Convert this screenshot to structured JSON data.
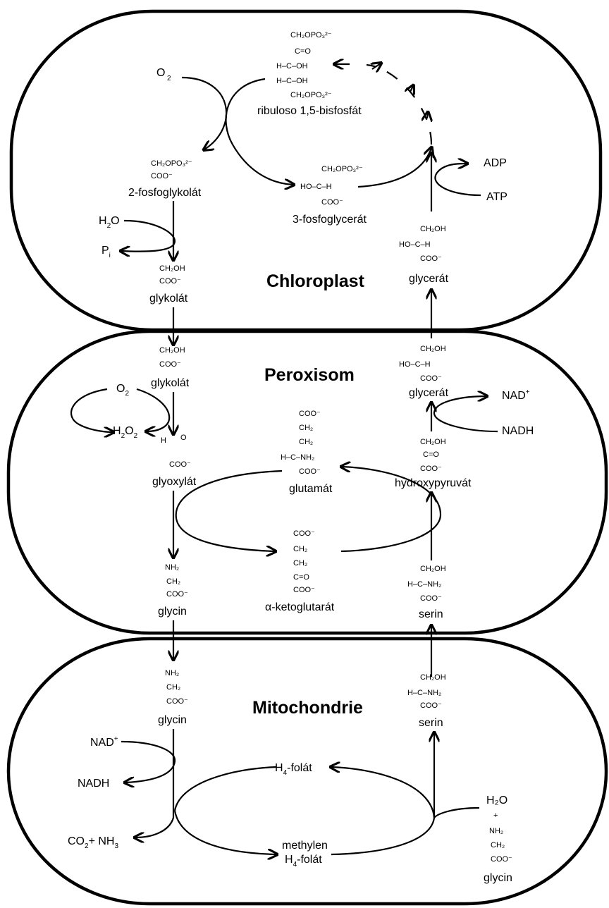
{
  "compartments": {
    "chloroplast": "Chloroplast",
    "peroxisome": "Peroxisom",
    "mitochondrion": "Mitochondrie"
  },
  "compounds": {
    "rubp": {
      "name": "ribuloso 1,5-bisfosfát",
      "structure": [
        "CH₂OPO₃²⁻",
        "C=O",
        "H–C–OH",
        "H–C–OH",
        "CH₂OPO₃²⁻"
      ]
    },
    "phosphoglycolate": {
      "name": "2-fosfoglykolát",
      "structure": [
        "CH₂OPO₃²⁻",
        "COO⁻"
      ]
    },
    "phosphoglycerate": {
      "name": "3-fosfoglycerát",
      "structure": [
        "CH₂OPO₃²⁻",
        "HO–C–H",
        "COO⁻"
      ]
    },
    "glycolate_chloroplast": {
      "name": "glykolát",
      "structure": [
        "CH₂OH",
        "COO⁻"
      ]
    },
    "glycerate_chloroplast": {
      "name": "glycerát",
      "structure": [
        "CH₂OH",
        "HO–C–H",
        "COO⁻"
      ]
    },
    "glycolate_peroxisome": {
      "name": "glykolát",
      "structure": [
        "CH₂OH",
        "COO⁻"
      ]
    },
    "glyoxylate": {
      "name": "glyoxylát",
      "structure": [
        "H",
        "O",
        "COO⁻"
      ]
    },
    "glycine_peroxisome": {
      "name": "glycin",
      "structure": [
        "NH₂",
        "CH₂",
        "COO⁻"
      ]
    },
    "glutamate": {
      "name": "glutamát",
      "structure": [
        "COO⁻",
        "CH₂",
        "CH₂",
        "H–C–NH₂",
        "COO⁻"
      ]
    },
    "ketoglutarate": {
      "name": "α-ketoglutarát",
      "structure": [
        "COO⁻",
        "CH₂",
        "CH₂",
        "C=O",
        "COO⁻"
      ]
    },
    "glycerate_peroxisome": {
      "name": "glycerát",
      "structure": [
        "CH₂OH",
        "HO–C–H",
        "COO⁻"
      ]
    },
    "hydroxypyruvate": {
      "name": "hydroxypyruvát",
      "structure": [
        "CH₂OH",
        "C=O",
        "COO⁻"
      ]
    },
    "serine_peroxisome": {
      "name": "serin",
      "structure": [
        "CH₂OH",
        "H–C–NH₂",
        "COO⁻"
      ]
    },
    "glycine_mito": {
      "name": "glycin",
      "structure": [
        "NH₂",
        "CH₂",
        "COO⁻"
      ]
    },
    "serine_mito": {
      "name": "serin",
      "structure": [
        "CH₂OH",
        "H–C–NH₂",
        "COO⁻"
      ]
    },
    "glycine_input": {
      "name": "glycin",
      "structure": [
        "H₂O",
        "+",
        "NH₂",
        "CH₂",
        "COO⁻"
      ]
    }
  },
  "cofactors": {
    "o2_chloroplast": "O",
    "o2_chloroplast_sub": "2",
    "h2o_chloroplast": "H",
    "h2o_chloroplast_sub": "2",
    "h2o_chloroplast_o": "O",
    "pi": "P",
    "pi_sub": "i",
    "adp": "ADP",
    "atp": "ATP",
    "o2_perox": "O",
    "o2_perox_sub": "2",
    "h2o2": "H",
    "h2o2_sub1": "2",
    "h2o2_o": "O",
    "h2o2_sub2": "2",
    "nad_perox": "NAD",
    "nad_perox_sup": "+",
    "nadh_perox": "NADH",
    "nad_mito": "NAD",
    "nad_mito_sup": "+",
    "nadh_mito": "NADH",
    "co2_nh3": "CO",
    "co2_sub": "2",
    "co2_plus_nh": "+ NH",
    "nh3_sub": "3",
    "h4folate": "H",
    "h4folate_sub": "4",
    "h4folate_rest": "-folát",
    "methylene": "methylen",
    "methylene_h": "H",
    "methylene_sub": "4",
    "methylene_rest": "-folát"
  },
  "colors": {
    "stroke": "#000000",
    "background": "#ffffff"
  }
}
